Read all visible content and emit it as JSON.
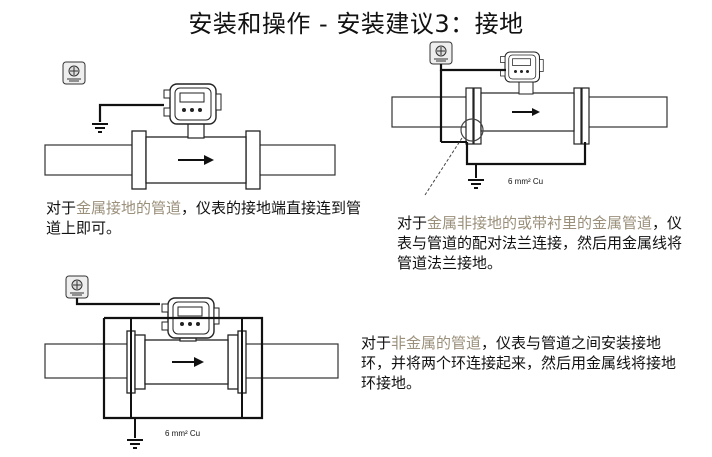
{
  "title": "安装和操作 - 安装建议3：接地",
  "captions": {
    "c1": {
      "pre": "对于",
      "hl": "金属接地的管道",
      "post": "，仪表的接地端直接连到管道上即可。"
    },
    "c2": {
      "pre": "对于",
      "hl": "金属非接地的或带衬里的金属管道",
      "post": "，仪表与管道的配对法兰连接，然后用金属线将管道法兰接地。"
    },
    "c3": {
      "pre": "对于",
      "hl": "非金属的管道",
      "post": "，仪表与管道之间安装接地环，并将两个环连接起来，然后用金属线将接地环接地。"
    }
  },
  "labels": {
    "cu_small": "6 mm² Cu",
    "cu_large": "6 mm² Cu"
  },
  "colors": {
    "highlight": "#9a8f7a",
    "text": "#111111"
  }
}
